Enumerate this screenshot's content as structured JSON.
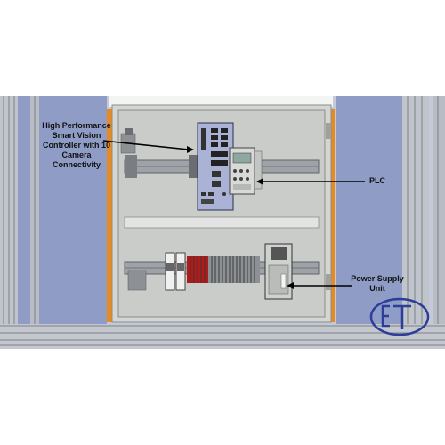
{
  "labels": {
    "controller": "High Performance Smart Vision Controller with 10 Camera Connectivity",
    "plc": "PLC",
    "power_supply": "Power Supply Unit"
  },
  "logo": {
    "text": "ET"
  },
  "colors": {
    "frame_blue": "#8f9cc6",
    "aluminium": "#c8ccd2",
    "panel_grey": "#c9ccc9",
    "orange": "#e88a1c",
    "terminal_red": "#b01a1a",
    "logo_blue": "#2c3e9a"
  }
}
